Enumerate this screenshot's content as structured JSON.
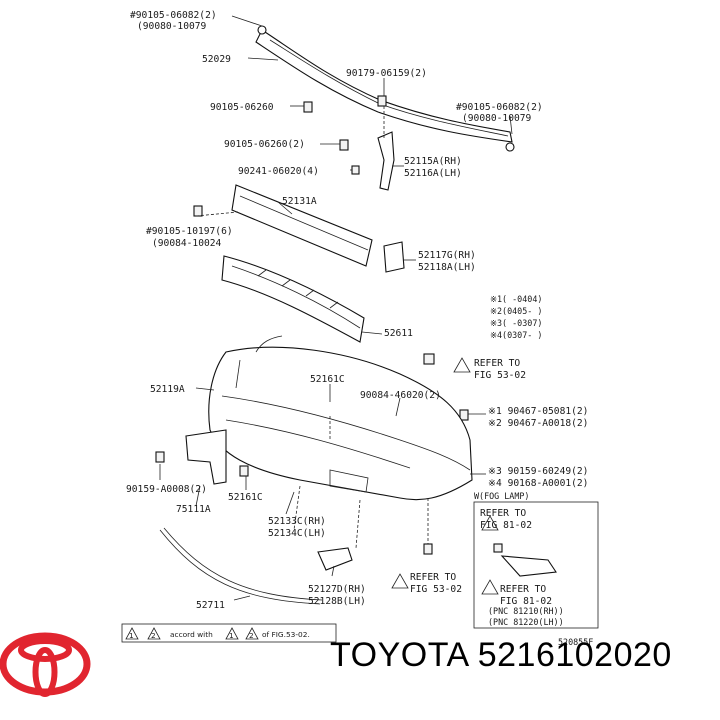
{
  "labels": {
    "l01": "#90105-06082(2)",
    "l02": "(90080-10079",
    "l03": "52029",
    "l04": "90179-06159(2)",
    "l05": "90105-06260",
    "l06": "#90105-06082(2)",
    "l07": "(90080-10079",
    "l08": "90105-06260(2)",
    "l09": "52115A(RH)",
    "l10": "52116A(LH)",
    "l11": "90241-06020(4)",
    "l12": "52131A",
    "l13": "#90105-10197(6)",
    "l14": "(90084-10024",
    "l15": "52117G(RH)",
    "l16": "52118A(LH)",
    "l17": "※1(   -0404)",
    "l18": "※2(0405-   )",
    "l19": "※3(   -0307)",
    "l20": "※4(0307-   )",
    "l21": "52611",
    "l22": "REFER TO",
    "l23": "FIG 53-02",
    "l24": "52119A",
    "l25": "52161C",
    "l26": "90084-46020(2)",
    "l27": "※1 90467-05081(2)",
    "l28": "※2 90467-A0018(2)",
    "l29": "※3 90159-60249(2)",
    "l30": "※4 90168-A0001(2)",
    "l31": "90159-A0008(2)",
    "l32": "52161C",
    "l33": "75111A",
    "l34": "52133C(RH)",
    "l35": "52134C(LH)",
    "l36": "W(FOG LAMP)",
    "l37": "REFER TO",
    "l38": "FIG 81-02",
    "l39": "52127D(RH)",
    "l40": "52128B(LH)",
    "l41": "REFER TO",
    "l42": "FIG 53-02",
    "l43": "REFER TO",
    "l44": "FIG 81-02",
    "l45": "(PNC 81210(RH))",
    "l46": "(PNC 81220(LH))",
    "l47": "52711",
    "l48": "accord with",
    "l49": "of FIG.53-02.",
    "l50": "520855F"
  },
  "brand": {
    "text": "TOYOTA 5216102020",
    "logo_color": "#e1252f"
  }
}
